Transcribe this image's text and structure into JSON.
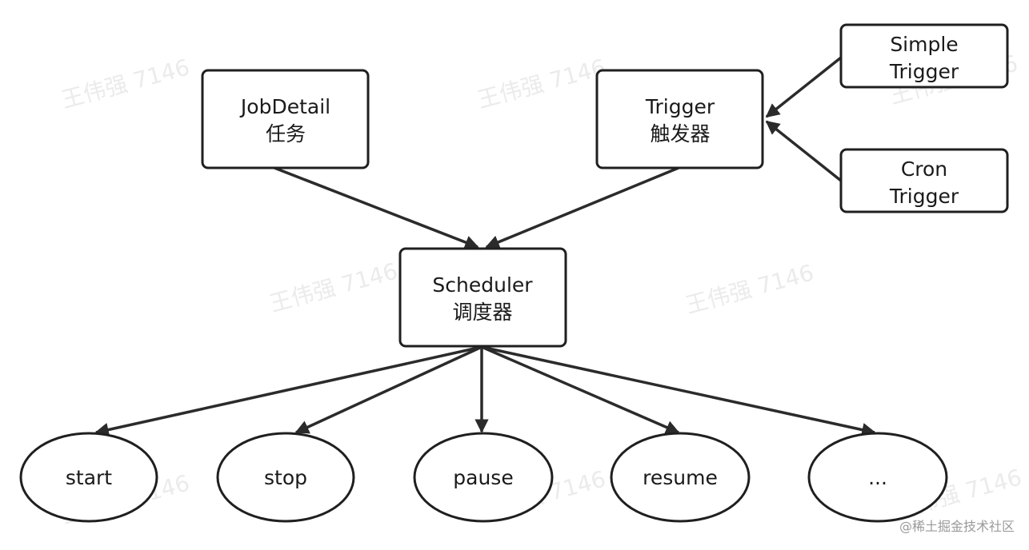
{
  "watermark": "王伟强 7146",
  "nodes": {
    "jobdetail": {
      "line1": "JobDetail",
      "line2": "任务"
    },
    "trigger": {
      "line1": "Trigger",
      "line2": "触发器"
    },
    "simple_trigger": {
      "line1": "Simple",
      "line2": "Trigger"
    },
    "cron_trigger": {
      "line1": "Cron",
      "line2": "Trigger"
    },
    "scheduler": {
      "line1": "Scheduler",
      "line2": "调度器"
    },
    "start": {
      "label": "start"
    },
    "stop": {
      "label": "stop"
    },
    "pause": {
      "label": "pause"
    },
    "resume": {
      "label": "resume"
    },
    "more": {
      "label": "..."
    }
  },
  "edges": [
    {
      "from": "simple_trigger",
      "to": "trigger"
    },
    {
      "from": "cron_trigger",
      "to": "trigger"
    },
    {
      "from": "jobdetail",
      "to": "scheduler"
    },
    {
      "from": "trigger",
      "to": "scheduler"
    },
    {
      "from": "scheduler",
      "to": "start"
    },
    {
      "from": "scheduler",
      "to": "stop"
    },
    {
      "from": "scheduler",
      "to": "pause"
    },
    {
      "from": "scheduler",
      "to": "resume"
    },
    {
      "from": "scheduler",
      "to": "more"
    }
  ],
  "credit": "@稀土掘金技术社区"
}
